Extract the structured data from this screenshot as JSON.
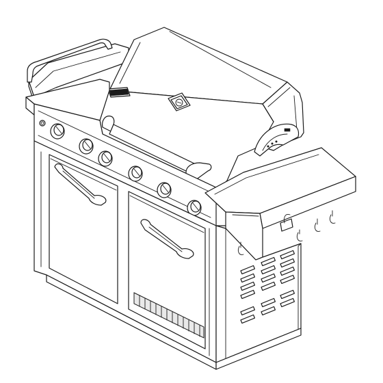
{
  "figure": {
    "subject": "grill-line-drawing",
    "lid_badge_text": "",
    "colors": {
      "line": "#1a1a1a",
      "background": "#ffffff",
      "shade": "#e9e9e9"
    }
  },
  "parts": {
    "burner_knobs": 6,
    "side_burner_knobs": 1,
    "doors": 2,
    "door_handles": 2,
    "side_hooks": 3,
    "vent_slot_rows": 5
  }
}
